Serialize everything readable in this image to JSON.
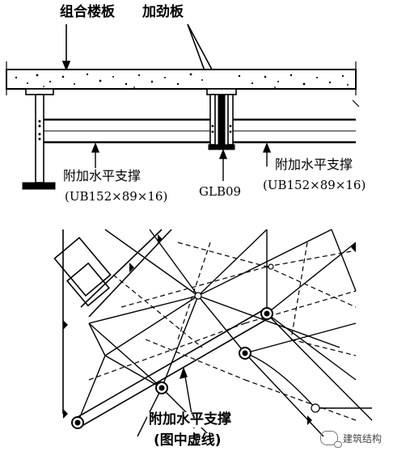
{
  "top": {
    "label_slab": "组合楼板",
    "label_stiffener": "加劲板",
    "label_brace_left": "附加水平支撑",
    "label_brace_left_spec": "(UB152×89×16)",
    "label_beam": "GLB09",
    "label_brace_right": "附加水平支撑",
    "label_brace_right_spec": "(UB152×89×16)"
  },
  "bottom": {
    "label_brace": "附加水平支撑",
    "label_note": "(图中虚线)"
  },
  "watermark": {
    "text": "建筑结构",
    "icon": "wechat-icon"
  }
}
